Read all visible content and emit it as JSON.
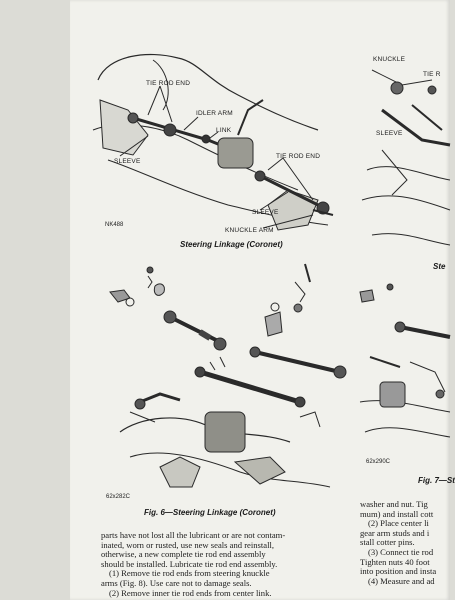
{
  "figure_top": {
    "labels": {
      "tie_rod_end_1": "TIE ROD END",
      "idler_arm": "IDLER ARM",
      "link": "LINK",
      "sleeve_1": "SLEEVE",
      "tie_rod_end_2": "TIE ROD END",
      "sleeve_2": "SLEEVE",
      "knuckle_arm": "KNUCKLE ARM",
      "code": "NK488"
    },
    "caption": "Steering Linkage (Coronet)"
  },
  "figure_6": {
    "code": "62x282C",
    "caption": "Fig. 6—Steering Linkage (Coronet)"
  },
  "right_figure_top": {
    "labels": {
      "knuckle": "KNUCKLE",
      "tie_rod": "TIE R",
      "sleeve": "SLEEVE"
    },
    "caption_fragment": "Ste"
  },
  "figure_7": {
    "code": "62x290C",
    "caption_fragment": "Fig. 7—St"
  },
  "left_column_text": [
    "parts have not lost all the lubricant or are not contam-",
    "inated, worn or rusted, use new seals and reinstall,",
    "otherwise, a new complete tie rod end assembly",
    "should be installed. Lubricate tie rod end assembly.",
    "(1) Remove tie rod ends from steering knuckle",
    "arms (Fig. 8). Use care not to damage seals.",
    "(2) Remove inner tie rod ends from center link."
  ],
  "right_column_text": [
    "washer and nut. Tig",
    "mum) and install cott",
    "(2) Place center li",
    "gear arm studs and i",
    "stall cotter pins.",
    "(3) Connect tie rod",
    "Tighten nuts 40 foot",
    "into position and insta",
    "(4) Measure and ad"
  ]
}
